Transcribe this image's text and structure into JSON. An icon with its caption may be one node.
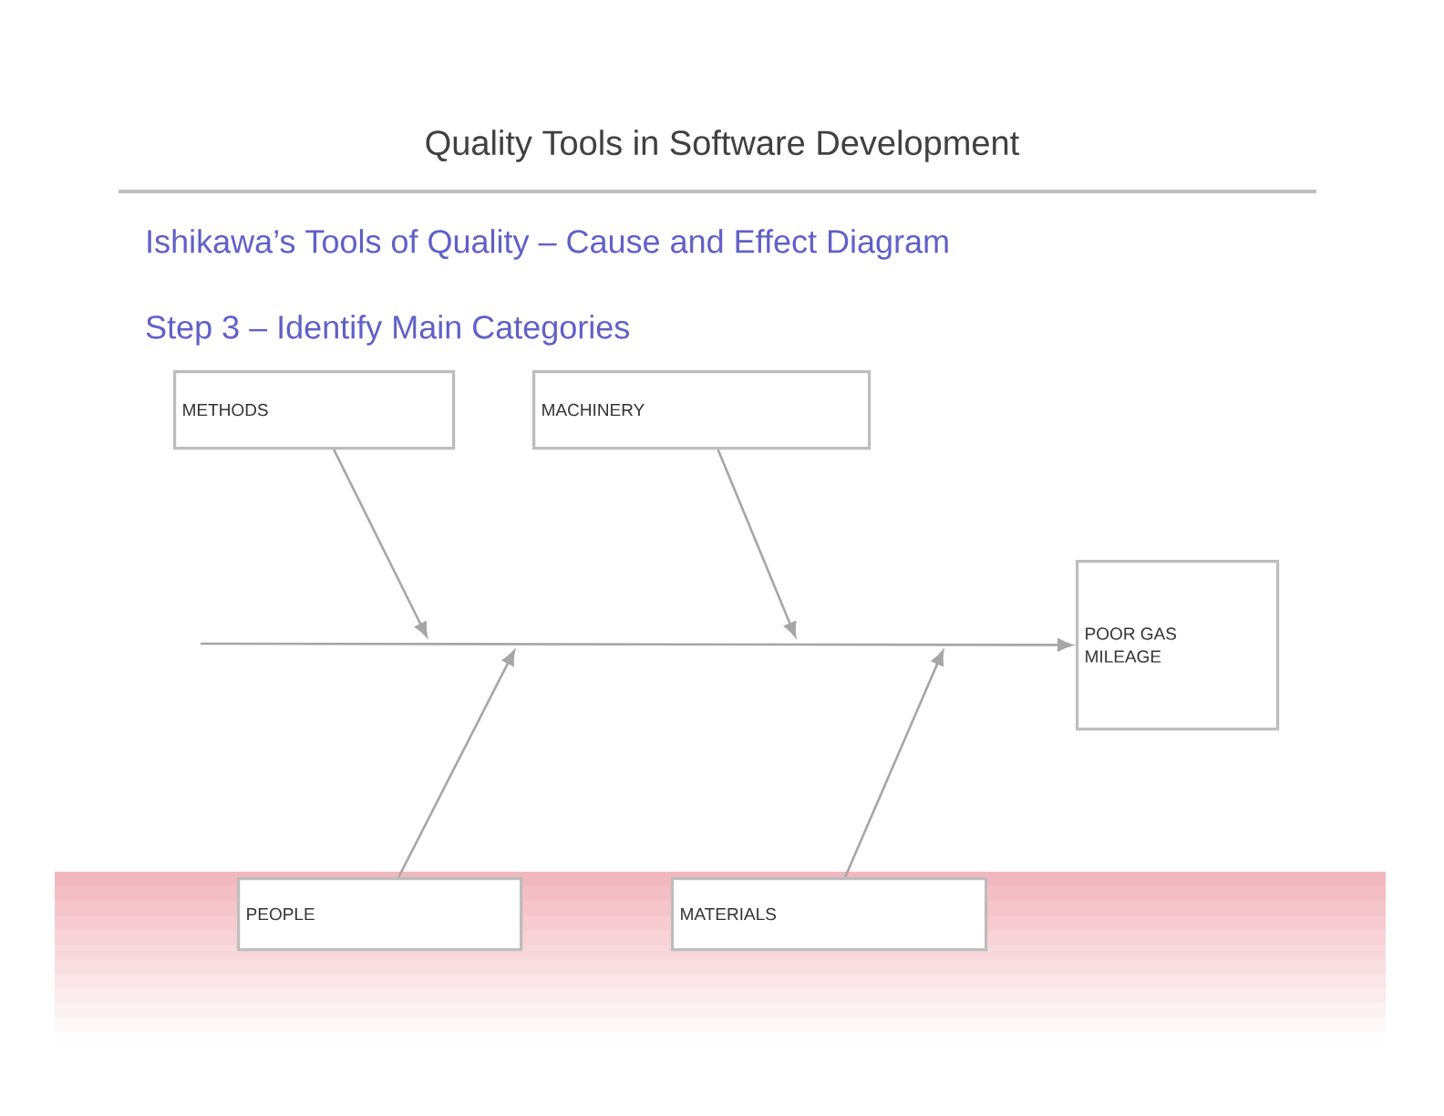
{
  "diagram": {
    "title": "Quality Tools in Software Development",
    "nodes": [
      {
        "text": [
          "METHODS"
        ]
      },
      {
        "text": [
          "MACHINERY"
        ]
      },
      {
        "text": [
          "POOR GAS MILEAGE"
        ]
      },
      {
        "text": [
          "PEOPLE"
        ]
      },
      {
        "text": [
          "MATERIALS"
        ]
      }
    ],
    "edges": [
      {
        "from": null,
        "to": 2,
        "arrow": "to"
      },
      {
        "from": 0,
        "to": null,
        "arrow": "to"
      },
      {
        "from": 3,
        "to": null,
        "arrow": "to"
      },
      {
        "from": 1,
        "to": null,
        "arrow": "to"
      },
      {
        "from": 4,
        "to": null,
        "arrow": "to"
      }
    ],
    "labels": [
      "Ishikawa’s Tools of Quality – Cause and Effect Diagram",
      "Step 3 – Identify Main Categories"
    ]
  }
}
